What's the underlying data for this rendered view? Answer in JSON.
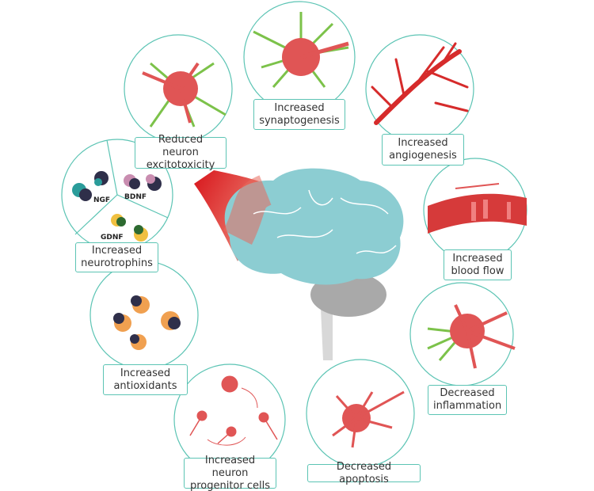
{
  "colors": {
    "circle_border": "#5cc4b4",
    "neuron": "#e05555",
    "dendrite": "#7cc24a",
    "vessel": "#d62b2b",
    "brain": "#8ccdd2",
    "cerebellum": "#a9a9a9"
  },
  "center": {
    "organ": "brain"
  },
  "benefits": [
    {
      "line1": "Reduced neuron",
      "line2": "excitotoxicity"
    },
    {
      "line1": "Increased",
      "line2": "synaptogenesis"
    },
    {
      "line1": "Increased",
      "line2": "angiogenesis"
    },
    {
      "line1": "Increased",
      "line2": "neurotrophins"
    },
    {
      "line1": "Increased",
      "line2": "blood flow"
    },
    {
      "line1": "Increased",
      "line2": "antioxidants"
    },
    {
      "line1": "Decreased",
      "line2": "inflammation"
    },
    {
      "line1": "Increased neuron",
      "line2": "progenitor cells"
    },
    {
      "line1": "Decreased apoptosis",
      "line2": ""
    }
  ],
  "neurotrophins": {
    "ngf": "NGF",
    "bdnf": "BDNF",
    "gdnf": "GDNF"
  }
}
